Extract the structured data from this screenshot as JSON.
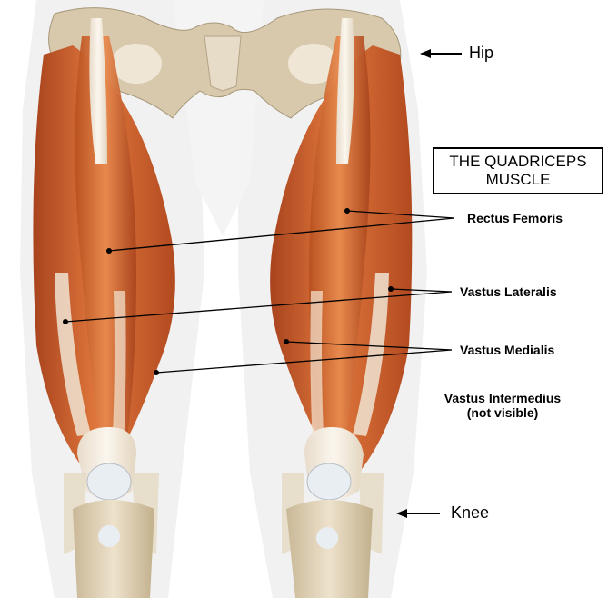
{
  "title": {
    "line1": "THE QUADRICEPS",
    "line2": "MUSCLE"
  },
  "labels": {
    "hip": "Hip",
    "knee": "Knee",
    "rectus_femoris": "Rectus Femoris",
    "vastus_lateralis": "Vastus Lateralis",
    "vastus_medialis": "Vastus Medialis",
    "vastus_intermedius_line1": "Vastus Intermedius",
    "vastus_intermedius_line2": "(not visible)"
  },
  "colors": {
    "muscle": "#c8582a",
    "muscle_light": "#e08a52",
    "tendon": "#f2e6d6",
    "bone": "#d9cbb3",
    "skin_outline": "#dcdcdc",
    "pointer_line": "#000000"
  }
}
